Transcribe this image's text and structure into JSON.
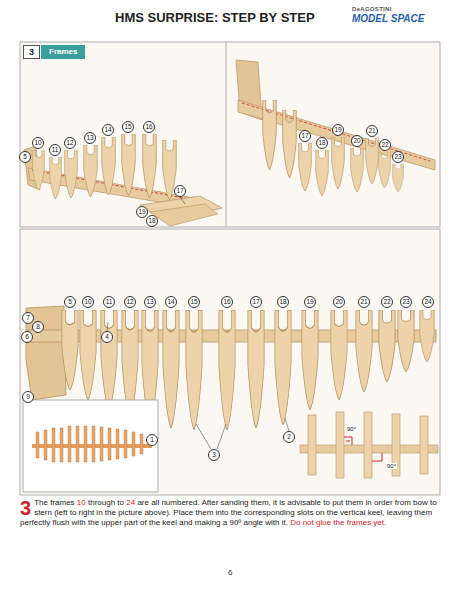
{
  "diagram": {
    "title": "HMS SURPRISE: STEP BY STEP",
    "nodes": [
      {
        "text": [
          "3"
        ]
      },
      {
        "text": [
          "Frames"
        ]
      }
    ],
    "labels": [
      "DeAGOSTINI",
      "MODEL SPACE",
      "5",
      "10",
      "11",
      "12",
      "13",
      "14",
      "15",
      "16",
      "17",
      "19",
      "18",
      "17",
      "18",
      "19",
      "20",
      "21",
      "22",
      "23",
      "5",
      "10",
      "11",
      "12",
      "13",
      "14",
      "15",
      "16",
      "17",
      "18",
      "19",
      "20",
      "21",
      "22",
      "23",
      "24",
      "7",
      "8",
      "6",
      "4",
      "9",
      "1",
      "2",
      "3",
      "90°",
      "90°",
      "3",
      "The frames",
      "10",
      "through to",
      "24",
      "are all numbered. After sanding them, it is advisable to put them in order from bow to stern (left to right in the picture above). Place them into the corresponding slots on the vertical keel, leaving them perfectly flush with the upper part of the keel and making a 90º angle with it.",
      "Do not glue the frames yet.",
      "6"
    ]
  }
}
